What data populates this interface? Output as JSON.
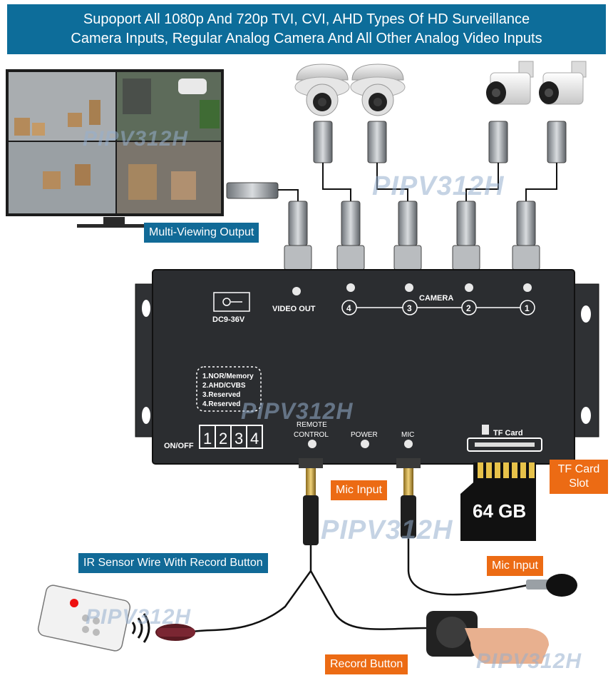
{
  "header": {
    "line1": "Supoport All 1080p And 720p TVI, CVI, AHD Types Of HD Surveillance",
    "line2": "Camera Inputs, Regular Analog Camera And All Other Analog Video Inputs"
  },
  "labels": {
    "multi_view": "Multi-Viewing Output",
    "tf_slot_line1": "TF Card",
    "tf_slot_line2": "Slot",
    "mic_input_jack": "Mic Input",
    "ir_sensor": "IR Sensor Wire With Record Button",
    "mic_input_mic": "Mic Input",
    "record_button": "Record Button"
  },
  "device": {
    "dc_label": "DC9-36V",
    "video_out": "VIDEO OUT",
    "camera": "CAMERA",
    "ports": [
      "4",
      "3",
      "2",
      "1"
    ],
    "dip_lines": [
      "1.NOR/Memory",
      "2.AHD/CVBS",
      "3.Reserved",
      "4.Reserved"
    ],
    "dip_switches": [
      "1",
      "2",
      "3",
      "4"
    ],
    "on_off": "ON/OFF",
    "remote_line1": "REMOTE",
    "remote_line2": "CONTROL",
    "power": "POWER",
    "mic": "MIC",
    "tf_card": "TF  Card"
  },
  "sd_card": {
    "capacity": "64 GB"
  },
  "watermark": "PIPV312H",
  "colors": {
    "banner": "#0d6d9a",
    "orange": "#ec6b14",
    "device": "#2b2d30"
  }
}
